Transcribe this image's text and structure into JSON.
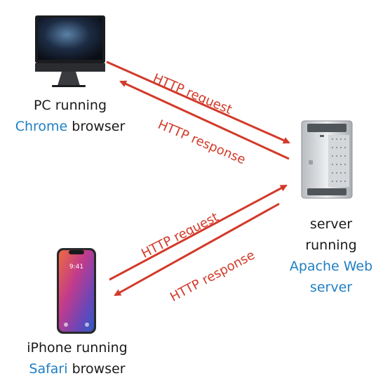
{
  "colors": {
    "arrow": "#d23a2a",
    "highlight": "#1f7fc4",
    "text": "#1a1a1a"
  },
  "pc": {
    "line1": "PC running",
    "app": "Chrome",
    "suffix": " browser",
    "icon": "imac-icon"
  },
  "server": {
    "line1": "server",
    "line2": "running",
    "line3": "Apache Web",
    "line4": "server",
    "icon": "mac-pro-tower-icon"
  },
  "iphone": {
    "line1": "iPhone running",
    "app": "Safari",
    "suffix": " browser",
    "icon": "iphone-icon",
    "time": "9:41"
  },
  "arrows": {
    "pc_request": "HTTP request",
    "pc_response": "HTTP response",
    "iphone_request": "HTTP request",
    "iphone_response": "HTTP response"
  }
}
